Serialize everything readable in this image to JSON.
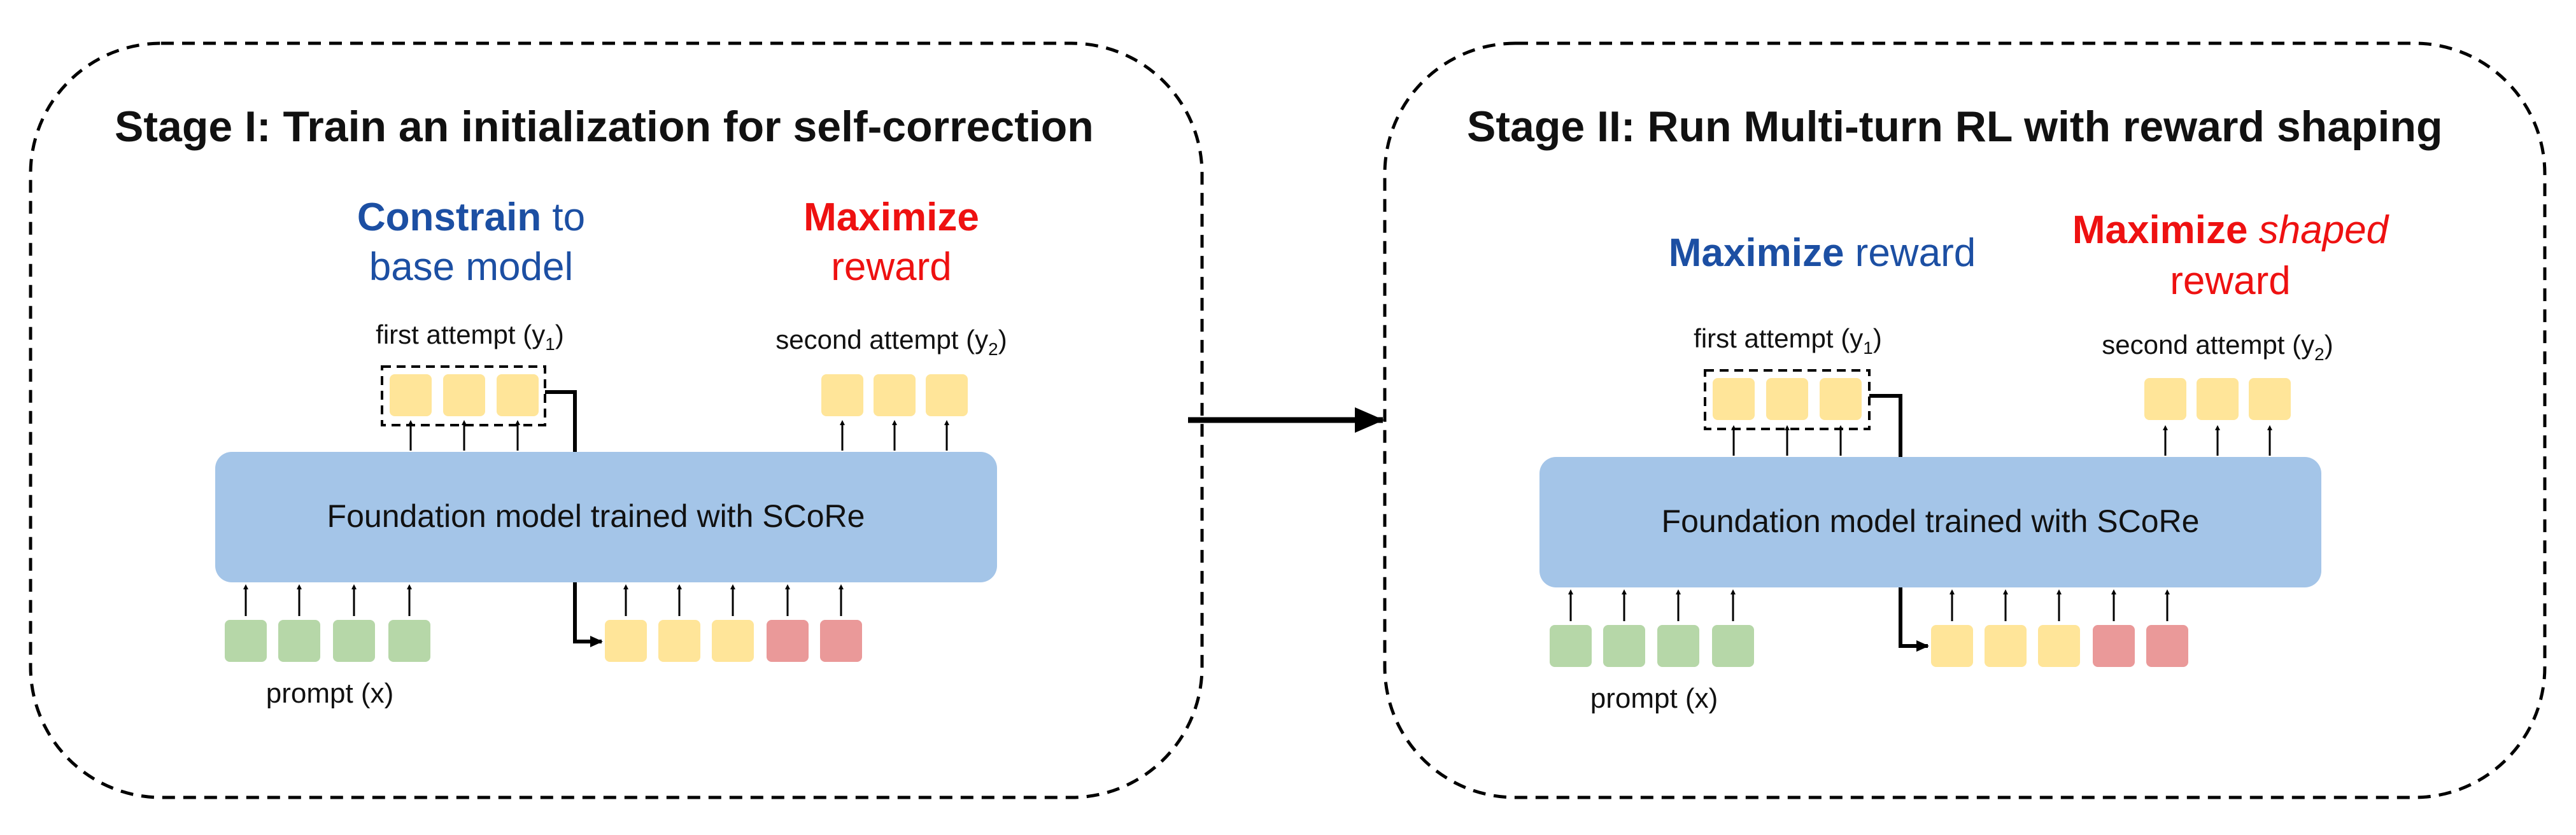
{
  "colors": {
    "panel_border": "#000000",
    "model_box": "#a4c5e8",
    "prompt_token": "#b6d7a8",
    "attempt_token": "#ffe599",
    "error_token": "#ea9999",
    "constrain_blue": "#1c4fa3",
    "maximize_red": "#ee1111",
    "text": "#111111"
  },
  "stage1": {
    "title": "Stage I: Train an initialization for self-correction",
    "left_heading_bold": "Constrain",
    "left_heading_rest": " to",
    "left_heading_line2": "base model",
    "right_heading_bold": "Maximize",
    "right_heading_line2": "reward",
    "first_attempt": "first attempt (y",
    "first_attempt_sub": "1",
    "first_attempt_close": ")",
    "second_attempt": "second attempt (y",
    "second_attempt_sub": "2",
    "second_attempt_close": ")",
    "model_label": "Foundation model trained with SCoRe",
    "prompt_label": "prompt (x)"
  },
  "stage2": {
    "title": "Stage II: Run Multi-turn RL with reward shaping",
    "left_heading_bold": "Maximize",
    "left_heading_rest": " reward",
    "right_heading_bold": "Maximize",
    "right_heading_italic": "shaped",
    "right_heading_line2": "reward",
    "first_attempt": "first attempt (y",
    "first_attempt_sub": "1",
    "first_attempt_close": ")",
    "second_attempt": "second attempt (y",
    "second_attempt_sub": "2",
    "second_attempt_close": ")",
    "model_label": "Foundation model trained with SCoRe",
    "prompt_label": "prompt (x)"
  }
}
